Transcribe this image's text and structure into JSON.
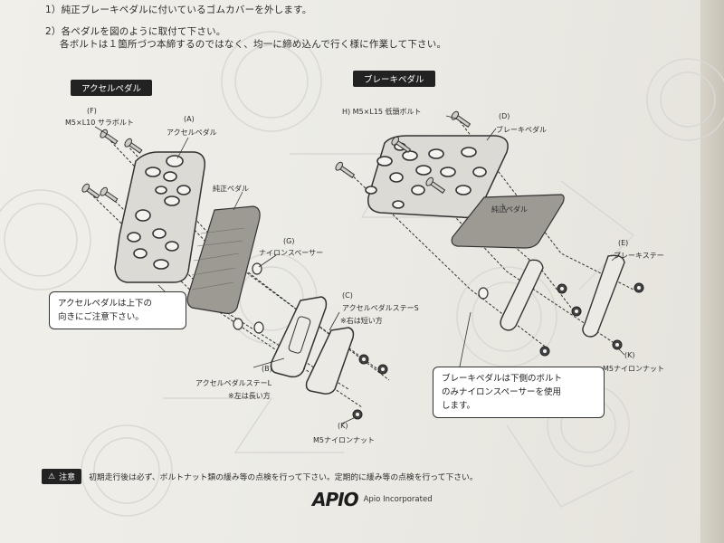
{
  "steps": {
    "s1": "1）純正ブレーキペダルに付いているゴムカバーを外します。",
    "s2": "2）各ペダルを図のように取付て下さい。",
    "s2b": "各ボルトは１箇所づつ本締するのではなく、均一に締め込んで行く様に作業して下さい。"
  },
  "sections": {
    "accel": "アクセルペダル",
    "brake": "ブレーキペダル"
  },
  "parts": {
    "F_code": "(F)",
    "F_name": "M5×L10 サラボルト",
    "A_code": "(A)",
    "A_name": "アクセルペダル",
    "oem_accel": "純正ペダル",
    "G_code": "(G)",
    "G_name": "ナイロンスペーサー",
    "C_code": "(C)",
    "C_name": "アクセルペダルステーS",
    "C_note": "※右は短い方",
    "B_code": "(B)",
    "B_name": "アクセルペダルステーL",
    "B_note": "※左は長い方",
    "K1_code": "(K)",
    "K1_name": "M5ナイロンナット",
    "H_name": "H) M5×L15 低頭ボルト",
    "D_code": "(D)",
    "D_name": "ブレーキペダル",
    "oem_brake": "純正ペダル",
    "E_code": "(E)",
    "E_name": "ブレーキステー",
    "K2_code": "(K)",
    "K2_name": "M5ナイロンナット"
  },
  "callouts": {
    "accel_l1": "アクセルペダルは上下の",
    "accel_l2": "向きにご注意下さい。",
    "brake_l1": "ブレーキペダルは下側のボルト",
    "brake_l2": "のみナイロンスペーサーを使用",
    "brake_l3": "します。"
  },
  "warning": {
    "badge": "注意",
    "text": "初期走行後は必ず、ボルトナット類の緩み等の点検を行って下さい。定期的に緩み等の点検を行って下さい。"
  },
  "brand": {
    "mark": "APIO",
    "company": "Apio Incorporated"
  }
}
